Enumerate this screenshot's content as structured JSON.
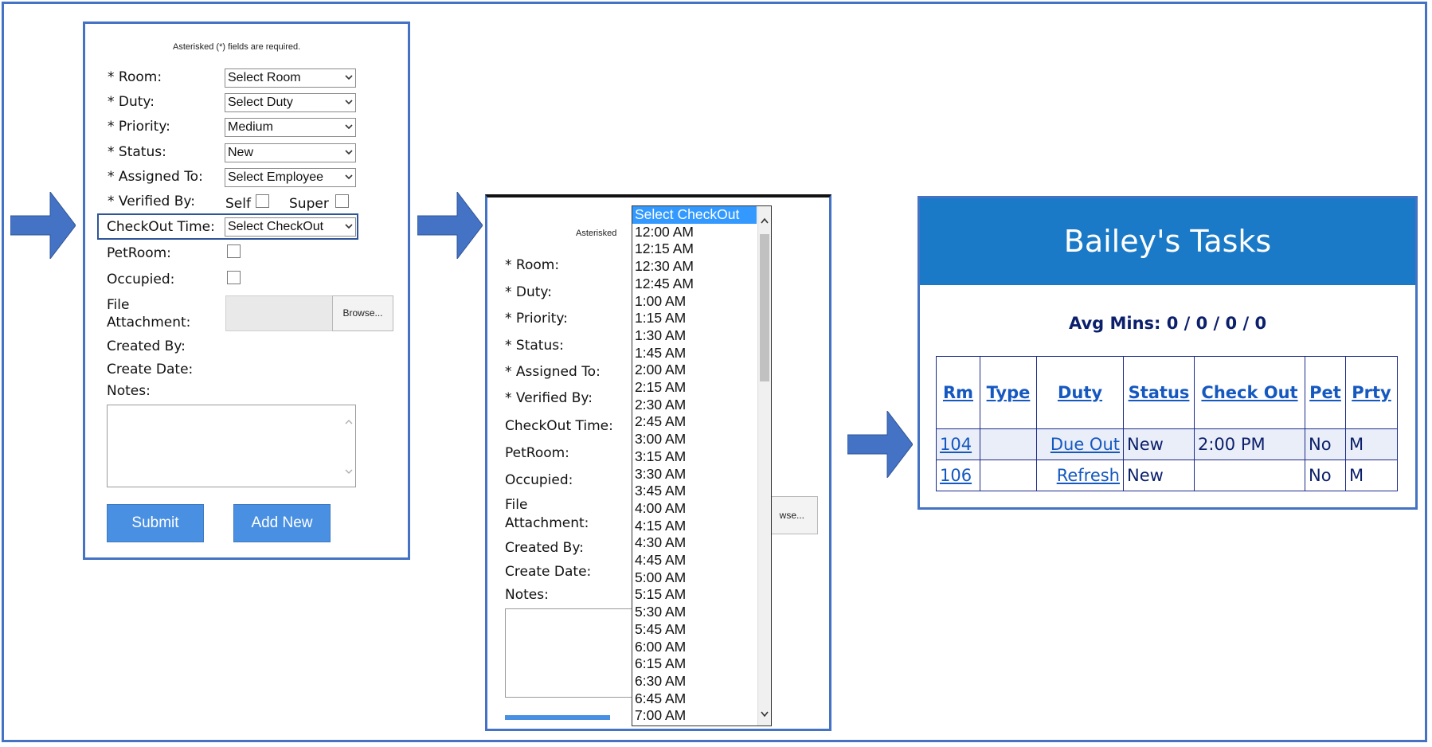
{
  "form": {
    "note": "Asterisked (*) fields are required.",
    "room_label": "* Room:",
    "duty_label": "* Duty:",
    "priority_label": "* Priority:",
    "status_label": "* Status:",
    "assigned_label": "* Assigned To:",
    "verified_label": "* Verified By:",
    "self_label": "Self",
    "super_label": "Super",
    "checkout_label": "CheckOut Time:",
    "petroom_label": "PetRoom:",
    "occupied_label": "Occupied:",
    "file_label_1": "File",
    "file_label_2": "Attachment:",
    "created_by_label": "Created By:",
    "create_date_label": "Create Date:",
    "notes_label": "Notes:",
    "room_value": "Select Room",
    "duty_value": "Select Duty",
    "priority_value": "Medium",
    "status_value": "New",
    "assigned_value": "Select Employee",
    "checkout_value": "Select CheckOut",
    "browse_label": "Browse...",
    "submit_label": "Submit",
    "addnew_label": "Add New"
  },
  "form2": {
    "note": "Asterisked",
    "room_label": "* Room:",
    "duty_label": "* Duty:",
    "priority_label": "* Priority:",
    "status_label": "* Status:",
    "assigned_label": "* Assigned To:",
    "verified_label": "* Verified By:",
    "checkout_label": "CheckOut Time:",
    "petroom_label": "PetRoom:",
    "occupied_label": "Occupied:",
    "file_label_1": "File",
    "file_label_2": "Attachment:",
    "created_by_label": "Created By:",
    "create_date_label": "Create Date:",
    "notes_label": "Notes:",
    "browse_partial": "wse..."
  },
  "checkout_options": [
    "Select CheckOut",
    "12:00 AM",
    "12:15 AM",
    "12:30 AM",
    "12:45 AM",
    "1:00 AM",
    "1:15 AM",
    "1:30 AM",
    "1:45 AM",
    "2:00 AM",
    "2:15 AM",
    "2:30 AM",
    "2:45 AM",
    "3:00 AM",
    "3:15 AM",
    "3:30 AM",
    "3:45 AM",
    "4:00 AM",
    "4:15 AM",
    "4:30 AM",
    "4:45 AM",
    "5:00 AM",
    "5:15 AM",
    "5:30 AM",
    "5:45 AM",
    "6:00 AM",
    "6:15 AM",
    "6:30 AM",
    "6:45 AM",
    "7:00 AM"
  ],
  "tasks": {
    "title": "Bailey's Tasks",
    "avg": "Avg Mins: 0 / 0 / 0 / 0",
    "headers": [
      "Rm",
      "Type",
      "Duty",
      "Status",
      "Check Out",
      "Pet",
      "Prty"
    ],
    "rows": [
      {
        "rm": "104",
        "type": "",
        "duty": "Due Out",
        "status": "New",
        "checkout": "2:00 PM",
        "pet": "No",
        "prty": "M"
      },
      {
        "rm": "106",
        "type": "",
        "duty": "Refresh",
        "status": "New",
        "checkout": "",
        "pet": "No",
        "prty": "M"
      }
    ]
  },
  "colors": {
    "accent": "#4472c4",
    "header_blue": "#1b7ac7",
    "button_blue": "#4a90e2",
    "selected_option": "#3399ff",
    "link": "#1558c0"
  }
}
